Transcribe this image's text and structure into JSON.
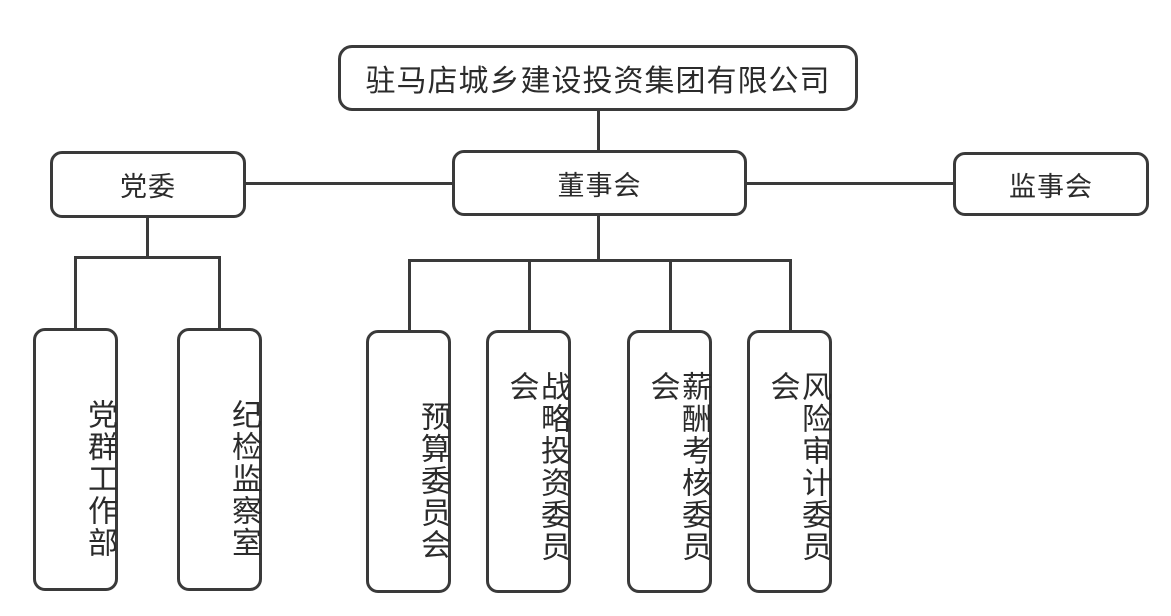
{
  "diagram": {
    "title_text": "驻马店城乡建设投资集团有限公司",
    "stroke_color": "#3a3a3a",
    "box_fill": "#ffffff",
    "text_color": "#2b2b2b",
    "background": "#ffffff"
  },
  "nodes": {
    "company": {
      "label": "驻马店城乡建设投资集团有限公司"
    },
    "party_committee": {
      "label": "党委"
    },
    "board_of_directors": {
      "label": "董事会"
    },
    "board_of_supervisors": {
      "label": "监事会"
    },
    "party_mass_work_dept": {
      "label": "党群工作部"
    },
    "discipline_inspection_office": {
      "label": "纪检监察室"
    },
    "budget_committee": {
      "label": "预算委员会"
    },
    "strategy_investment_committee": {
      "label": "战略投资委员会"
    },
    "remuneration_appraisal_committee": {
      "label": "薪酬考核委员会"
    },
    "risk_audit_committee": {
      "label": "风险审计委员会"
    }
  }
}
